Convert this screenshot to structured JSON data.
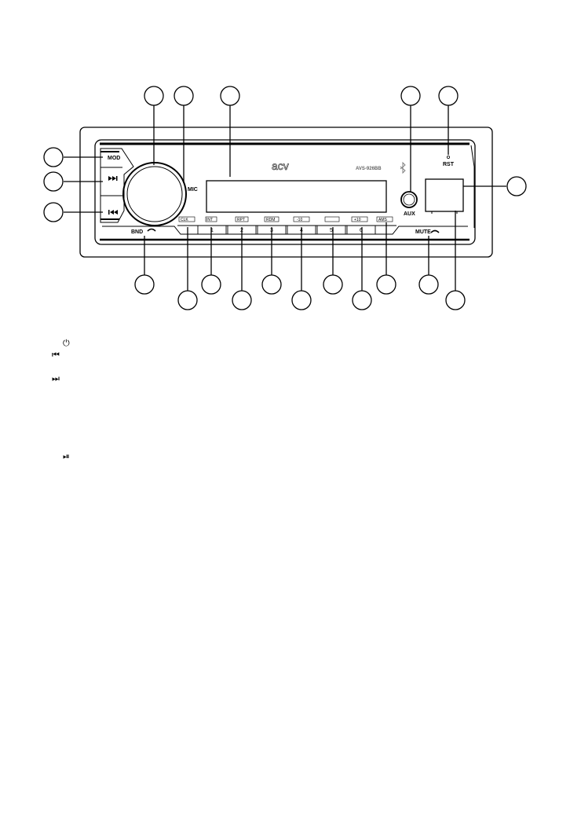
{
  "panel": {
    "brand": "acv",
    "model": "AVS-926BB",
    "labels": {
      "mod": "MOD",
      "mic": "MIC",
      "aux": "AUX",
      "rst": "RST",
      "bnd": "BND",
      "mute": "MUTE"
    },
    "preset_numbers": [
      "1",
      "2",
      "3",
      "4",
      "5",
      "6"
    ],
    "preset_tags": [
      "CLK",
      "INT",
      "RPT",
      "RDM",
      "-10",
      "+10",
      "AMS"
    ]
  },
  "legend_icons": [
    {
      "name": "power-icon",
      "glyph": "⏻"
    },
    {
      "name": "previous-track-icon",
      "glyph": "⏮"
    },
    {
      "name": "next-track-icon",
      "glyph": "⏭"
    },
    {
      "name": "play-pause-icon",
      "glyph": "⏯"
    }
  ]
}
